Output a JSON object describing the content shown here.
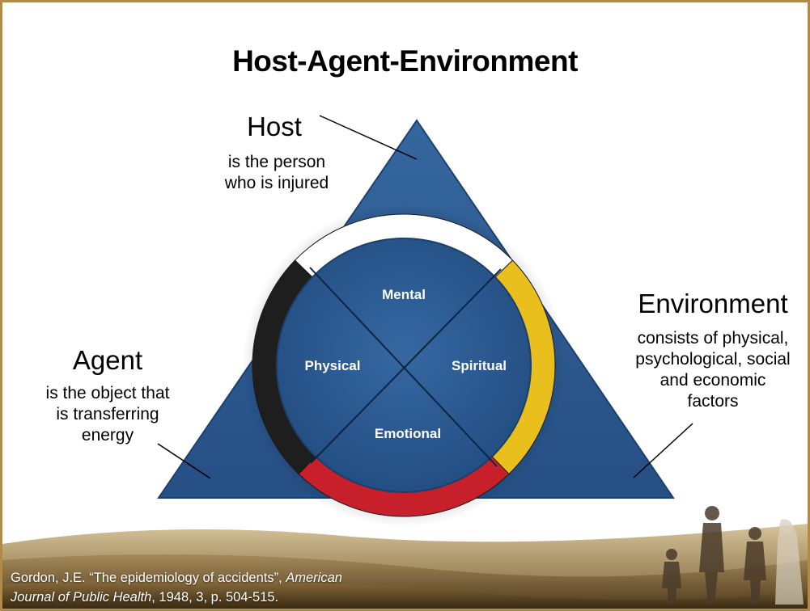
{
  "title": "Host-Agent-Environment",
  "host": {
    "label": "Host",
    "description": [
      "is the person",
      "who is injured"
    ]
  },
  "agent": {
    "label": "Agent",
    "description": [
      "is the object that",
      "is transferring",
      "energy"
    ]
  },
  "environment": {
    "label": "Environment",
    "description": [
      "consists of physical,",
      "psychological, social",
      "and economic",
      "factors"
    ]
  },
  "circle": {
    "top": "Mental",
    "right": "Spiritual",
    "bottom": "Emotional",
    "left": "Physical",
    "ring_colors": {
      "top": "#ffffff",
      "right": "#e8bf1c",
      "bottom": "#c8202a",
      "left": "#1e1e1e"
    }
  },
  "colors": {
    "triangle": "#2c5a93",
    "circle": "#2a5a94",
    "border": "#b08a48"
  },
  "citation": {
    "part1": "Gordon, J.E. “The epidemiology of accidents”, ",
    "journal_line1": "American",
    "journal_line2": "Journal of Public Health",
    "part2": ", 1948, 3, p. 504-515."
  }
}
